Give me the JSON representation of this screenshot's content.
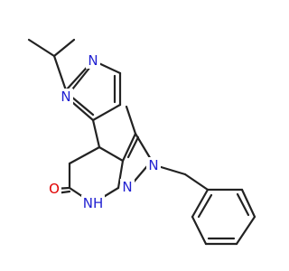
{
  "colors": {
    "bond": "#222222",
    "nitrogen": "#1f1fd1",
    "oxygen": "#e00000",
    "background": "#ffffff"
  },
  "atoms": {
    "n_pyr_top": "N",
    "n_pyr_bottom": "N",
    "n_pyrazole_2": "N",
    "n_pyrazole_1": "N",
    "nh": "NH",
    "o_carbonyl": "O"
  }
}
